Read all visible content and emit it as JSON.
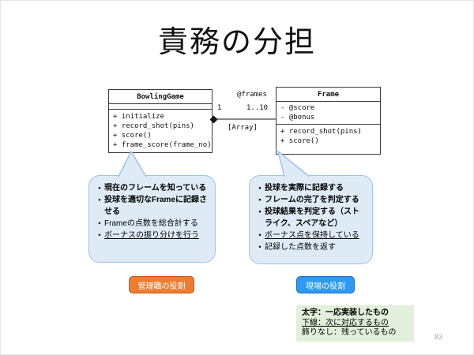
{
  "slide": {
    "title": "責務の分担",
    "page_number": "83"
  },
  "uml": {
    "bowling_game": {
      "name": "BowlingGame",
      "attributes": [],
      "methods": [
        "+ initialize",
        "+ record_shot(pins)",
        "+ score()",
        "+ frame_score(frame_no)"
      ]
    },
    "frame": {
      "name": "Frame",
      "attributes": [
        "- @score",
        "- @bonus"
      ],
      "methods": [
        "+ record_shot(pins)",
        "+ score()"
      ]
    },
    "association": {
      "role": "@frames",
      "left_multiplicity": "1",
      "right_multiplicity": "1..10",
      "note": "[Array]"
    }
  },
  "callouts": {
    "bowling_game_responsibilities": {
      "items": [
        {
          "text": "現在のフレームを知っている",
          "style": "bold"
        },
        {
          "text": "投球を適切なFrameに記録させる",
          "style": "bold"
        },
        {
          "text": "Frameの点数を総合計する",
          "style": "normal"
        },
        {
          "text": "ボーナスの振り分けを行う",
          "style": "underline"
        }
      ]
    },
    "frame_responsibilities": {
      "items": [
        {
          "text": "投球を実際に記録する",
          "style": "bold"
        },
        {
          "text": "フレームの完了を判定する",
          "style": "bold"
        },
        {
          "text": "投球結果を判定する（ストライク、スペアなど）",
          "style": "bold"
        },
        {
          "text": "ボーナス点を保持している",
          "style": "underline"
        },
        {
          "text": "記録した点数を返す",
          "style": "normal"
        }
      ]
    }
  },
  "role_labels": {
    "manager": "管理職の役割",
    "field": "現場の役割"
  },
  "legend": {
    "items": [
      {
        "text": "太字：一応実装したもの",
        "style": "bold"
      },
      {
        "text": "下線：次に対応するもの",
        "style": "underline"
      },
      {
        "text": "飾りなし：残っているもの",
        "style": "normal"
      }
    ]
  },
  "colors": {
    "callout_fill": "#DEEBF7",
    "callout_border": "#9DC3E6",
    "manager_label_fill": "#ED7D31",
    "manager_label_border": "#C55A11",
    "field_label_fill": "#2E9BF0",
    "field_label_border": "#1C6DC1",
    "legend_fill": "#E2EFDA",
    "page_number_color": "#A6A6A6"
  }
}
